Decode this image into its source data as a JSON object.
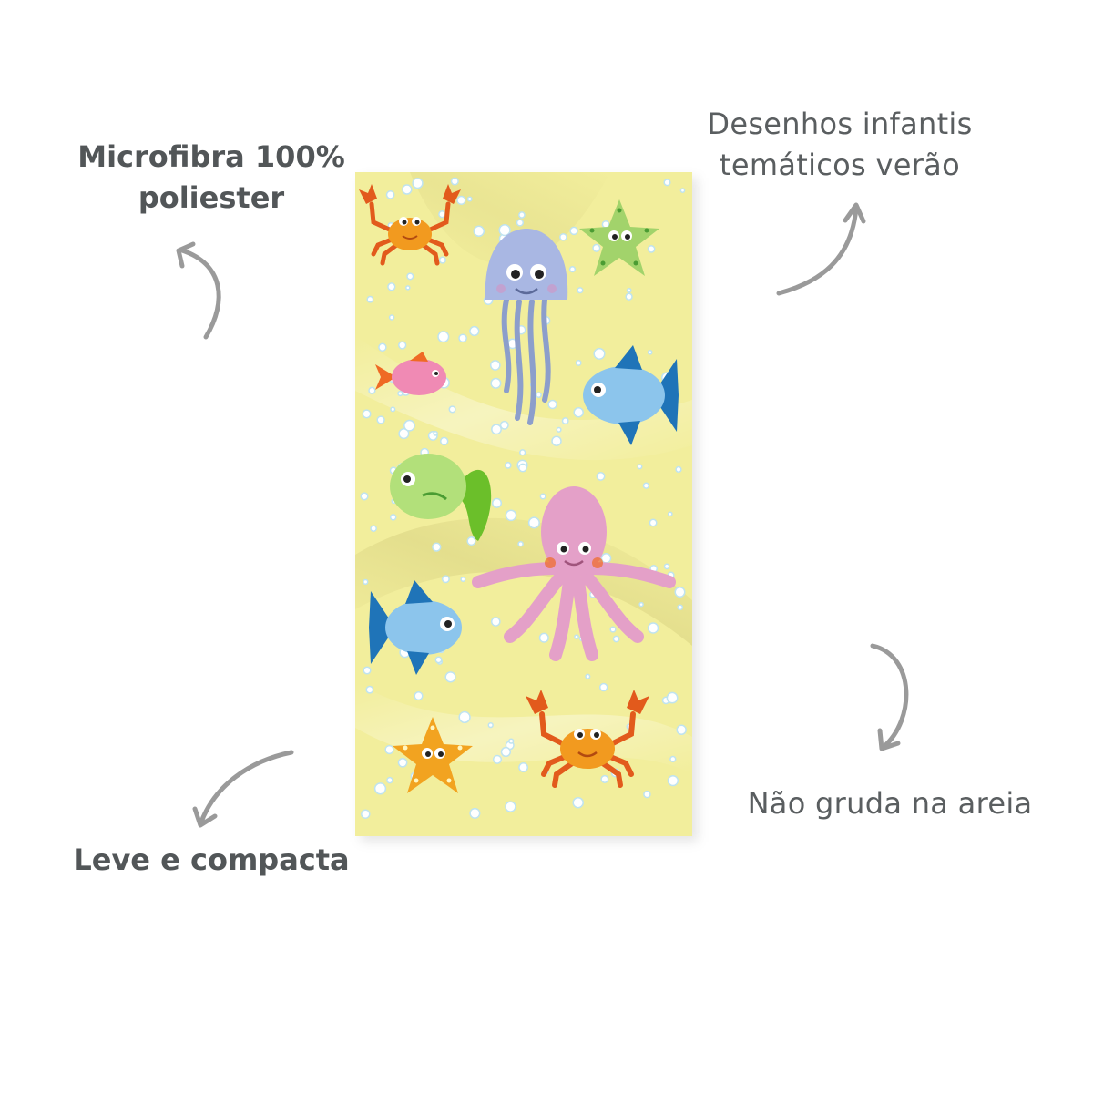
{
  "features": {
    "material": {
      "line1": "Microfibra 100%",
      "line2": "poliester"
    },
    "designs": {
      "line1": "Desenhos infantis",
      "line2": "temáticos verão"
    },
    "weight": {
      "text": "Leve e compacta"
    },
    "sand": {
      "text": "Não gruda na areia"
    }
  },
  "colors": {
    "text": "#555a5c",
    "arrow": "#9a9a9a",
    "towel": "#f2ee9c",
    "bubble": "#bfe3f0"
  },
  "towel": {
    "pattern": [
      "crab-icon",
      "jellyfish-icon",
      "starfish-icon",
      "fish-icon",
      "octopus-icon"
    ]
  }
}
